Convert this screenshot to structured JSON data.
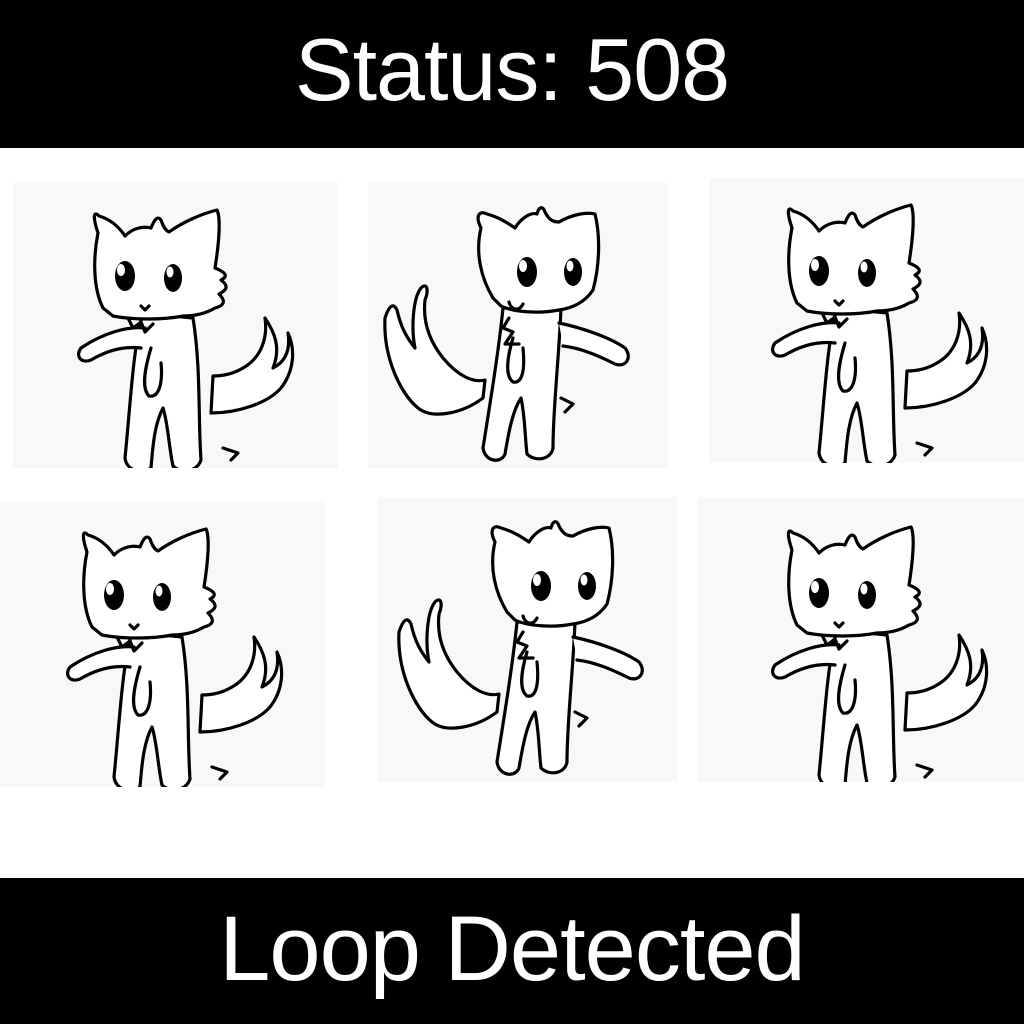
{
  "header": {
    "status_text": "Status: 508"
  },
  "footer": {
    "caption": "Loop Detected"
  },
  "frames": [
    {
      "pose": "tail-right"
    },
    {
      "pose": "tail-left"
    },
    {
      "pose": "tail-right"
    },
    {
      "pose": "tail-right"
    },
    {
      "pose": "tail-left"
    },
    {
      "pose": "tail-right"
    }
  ],
  "colors": {
    "bar_background": "#000000",
    "bar_text": "#ffffff",
    "panel_background": "#f8f8f8",
    "line_art": "#000000"
  }
}
